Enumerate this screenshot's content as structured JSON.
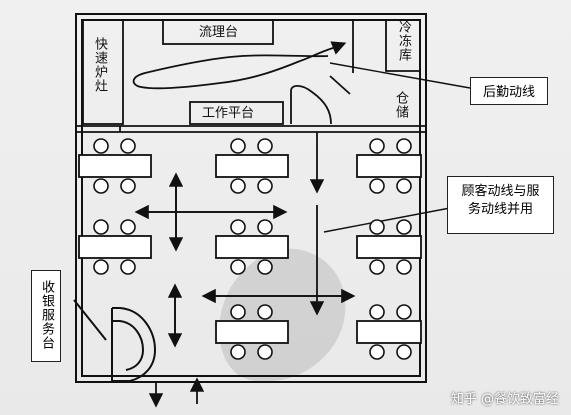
{
  "labels": {
    "flow_table": "流理台",
    "quick_stove": "快速炉灶",
    "cold_storage": "冷冻库",
    "storage": "仓储",
    "work_platform": "工作平台",
    "cashier": "收银服务台"
  },
  "callouts": {
    "back_flow": "后勤动线",
    "customer_service_flow_line1": "顾客动线与服",
    "customer_service_flow_line2": "务动线并用"
  },
  "watermark": "知乎 @餐饮致富经",
  "colors": {
    "line": "#111111",
    "table_fill": "#ffffff"
  }
}
